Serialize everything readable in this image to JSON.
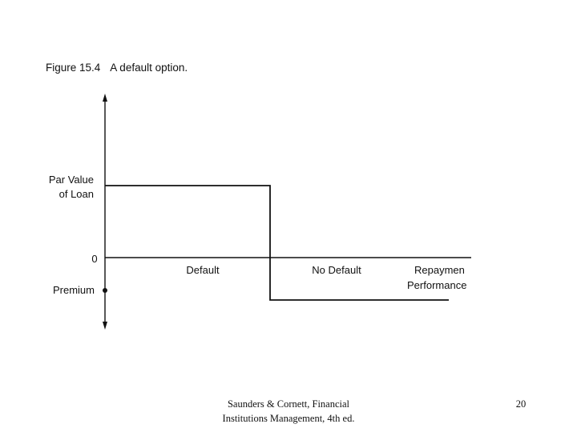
{
  "caption": {
    "figure_number": "Figure 15.4",
    "title": "A default option."
  },
  "diagram": {
    "y_labels": {
      "par_value_line1": "Par Value",
      "par_value_line2": "of Loan",
      "zero": "0",
      "premium": "Premium"
    },
    "x_labels": {
      "default": "Default",
      "no_default": "No Default",
      "repayment_line1": "Repaymen",
      "repayment_line2": "Performance"
    }
  },
  "footer": {
    "credit_line1": "Saunders & Cornett, Financial",
    "credit_line2": "Institutions Management, 4th ed.",
    "page_number": "20"
  }
}
